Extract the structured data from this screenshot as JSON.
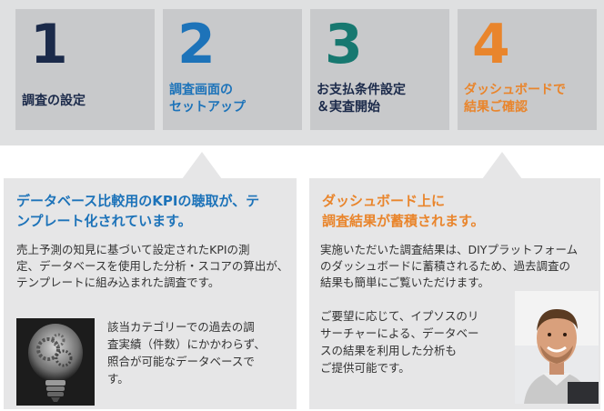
{
  "steps": [
    {
      "number": "1",
      "label": "調査の設定"
    },
    {
      "number": "2",
      "label": "調査画面の\nセットアップ"
    },
    {
      "number": "3",
      "label": "お支払条件設定\n＆実査開始"
    },
    {
      "number": "4",
      "label": "ダッシュボードで\n結果ご確認"
    }
  ],
  "left_panel": {
    "title": "データベース比較用のKPIの聴取が、テ\nンプレート化されています。",
    "body": "売上予測の知見に基づいて設定されたKPIの測\n定、データベースを使用した分析・スコアの算出が、\nテンプレートに組み込まれた調査です。",
    "image_caption": "該当カテゴリーでの過去の調\n査実績（件数）にかかわらず、\n照合が可能なデータベースで\nす。"
  },
  "right_panel": {
    "title": "ダッシュボード上に\n調査結果が蓄積されます。",
    "body": "実施いただいた調査結果は、DIYプラットフォーム\nのダッシュボードに蓄積されるため、過去調査の\n結果も簡単にご覧いただけます。",
    "body2": "ご要望に応じて、イプソスのリ\nサーチャーによる、データベー\nスの結果を利用した分析も\nご提供可能です。"
  }
}
